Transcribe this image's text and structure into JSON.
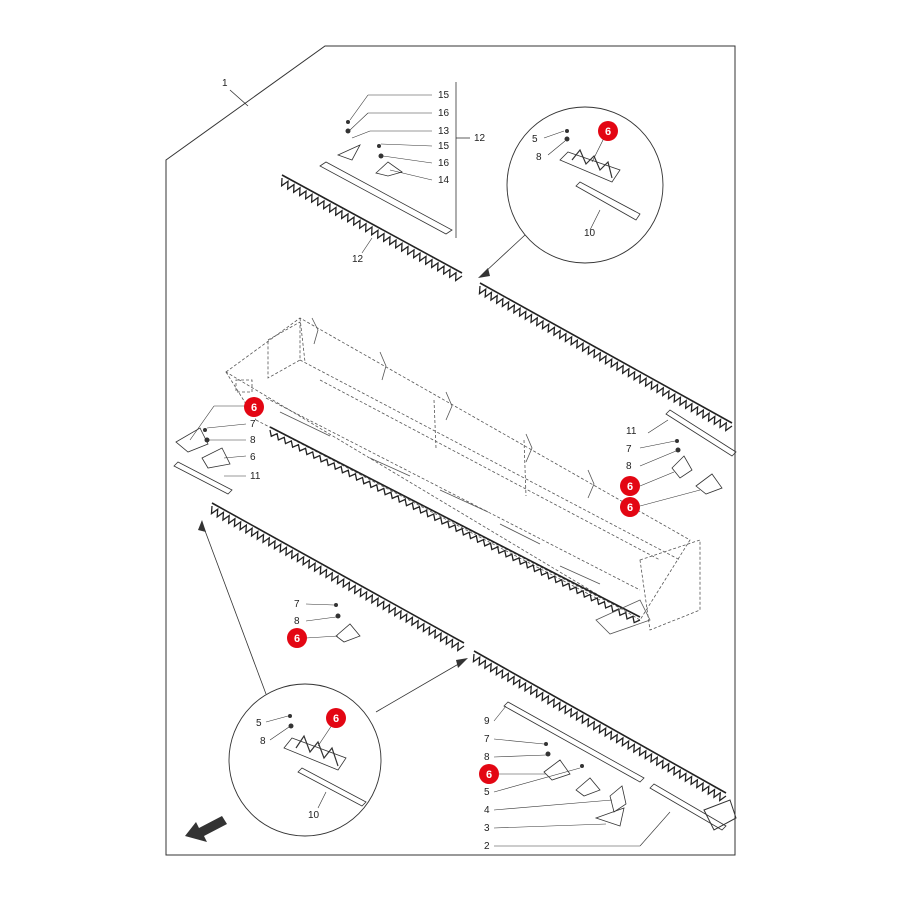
{
  "colors": {
    "line": "#333333",
    "dash": "#555555",
    "badge": "#e30613",
    "badge_text": "#ffffff"
  },
  "callouts": {
    "assembly": "1",
    "top_group": [
      "15",
      "16",
      "13",
      "15",
      "16",
      "14",
      "12"
    ],
    "top_bar": "12",
    "tr_detail": [
      "5",
      "6",
      "8",
      "10"
    ],
    "left_group": [
      "6",
      "7",
      "8",
      "6",
      "11"
    ],
    "right_group": [
      "11",
      "7",
      "8",
      "6",
      "6"
    ],
    "mid_group": [
      "7",
      "8",
      "6"
    ],
    "bl_detail": [
      "5",
      "6",
      "8",
      "10"
    ],
    "br_group": [
      "9",
      "7",
      "8",
      "6",
      "5",
      "4",
      "3",
      "2"
    ]
  },
  "icons": {
    "direction": "arrow-icon"
  }
}
